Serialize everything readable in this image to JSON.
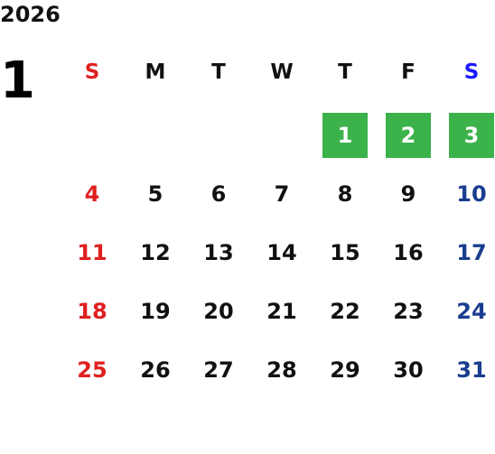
{
  "year": "2026",
  "month": "1",
  "weekdays": [
    "S",
    "M",
    "T",
    "W",
    "T",
    "F",
    "S"
  ],
  "colors": {
    "sunday": "#e02020",
    "saturday_date": "#1a3d8f",
    "saturday_header": "#1a1aff",
    "holiday_bg": "#3cb24a",
    "default_text": "#111111"
  },
  "weeks": [
    [
      "",
      "",
      "",
      "",
      "1",
      "2",
      "3"
    ],
    [
      "4",
      "5",
      "6",
      "7",
      "8",
      "9",
      "10"
    ],
    [
      "11",
      "12",
      "13",
      "14",
      "15",
      "16",
      "17"
    ],
    [
      "18",
      "19",
      "20",
      "21",
      "22",
      "23",
      "24"
    ],
    [
      "25",
      "26",
      "27",
      "28",
      "29",
      "30",
      "31"
    ]
  ],
  "holidays": [
    "1",
    "2",
    "3"
  ]
}
